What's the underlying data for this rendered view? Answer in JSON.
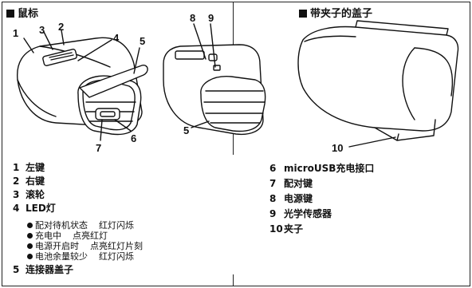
{
  "sections": {
    "mouse_title": "鼠标",
    "cap_title": "带夹子的盖子"
  },
  "callouts": {
    "c1": "1",
    "c2": "2",
    "c3": "3",
    "c4": "4",
    "c5": "5",
    "c7": "7",
    "c6": "6",
    "c8": "8",
    "c9": "9",
    "c5b": "5",
    "c10": "10"
  },
  "legend_left": [
    {
      "num": "1",
      "label": "左键"
    },
    {
      "num": "2",
      "label": "右键"
    },
    {
      "num": "3",
      "label": "滚轮"
    },
    {
      "num": "4",
      "label": "LED灯"
    }
  ],
  "led_states": [
    {
      "state": "配对待机状态",
      "indication": "红灯闪烁"
    },
    {
      "state": "充电中",
      "indication": "点亮红灯"
    },
    {
      "state": "电源开启时",
      "indication": "点亮红灯片刻"
    },
    {
      "state": "电池余量较少",
      "indication": "红灯闪烁"
    }
  ],
  "legend_left_last": {
    "num": "5",
    "label": "连接器盖子"
  },
  "legend_right": [
    {
      "num": "6",
      "label": "microUSB充电接口"
    },
    {
      "num": "7",
      "label": "配对键"
    },
    {
      "num": "8",
      "label": "电源键"
    },
    {
      "num": "9",
      "label": "光学传感器"
    },
    {
      "num": "10",
      "label": "夹子"
    }
  ],
  "colors": {
    "line": "#111111",
    "shade": "#e6e6e6"
  }
}
